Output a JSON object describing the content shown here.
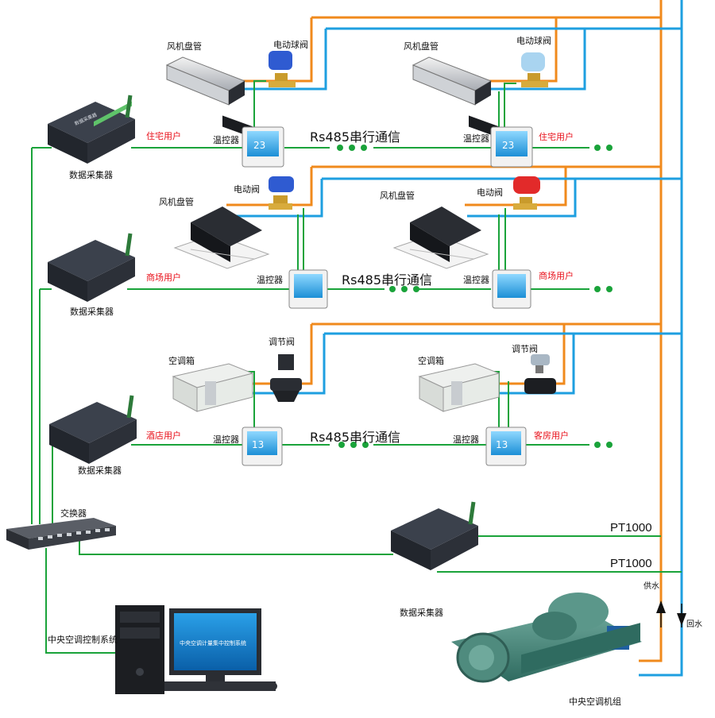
{
  "row1": {
    "fan_coil_left": "风机盘管",
    "valve_left": "电动球阀",
    "fan_coil_right": "风机盘管",
    "valve_right": "电动球阀",
    "thermo_left": "温控器",
    "thermo_right": "温控器",
    "comm": "Rs485串行通信",
    "user_left": "住宅用户",
    "user_right": "住宅用户",
    "collector": "数据采集器"
  },
  "row2": {
    "valve_left": "电动阀",
    "fan_coil_left": "风机盘管",
    "valve_right": "电动阀",
    "fan_coil_right": "风机盘管",
    "thermo_left": "温控器",
    "thermo_right": "温控器",
    "comm": "Rs485串行通信",
    "user_left": "商场用户",
    "user_right": "商场用户",
    "collector": "数据采集器"
  },
  "row3": {
    "ahu_left": "空调箱",
    "valve_left": "调节阀",
    "ahu_right": "空调箱",
    "valve_right": "调节阀",
    "thermo_left": "温控器",
    "thermo_right": "温控器",
    "comm": "Rs485串行通信",
    "user_left": "酒店用户",
    "user_right": "客房用户",
    "collector": "数据采集器"
  },
  "bottom": {
    "switch": "交换器",
    "pt_top": "PT1000",
    "pt_bottom": "PT1000",
    "supply": "供水",
    "return": "回水",
    "collector": "数据采集器",
    "control_system": "中央空调控制系统",
    "chiller": "中央空调机组",
    "monitor_screen": "中央空调计量集中控制系统"
  },
  "colors": {
    "supply_pipe": "#f08a1c",
    "return_pipe": "#1e9fe0",
    "signal_line": "#1aa33a",
    "user_label": "#e8101a"
  }
}
